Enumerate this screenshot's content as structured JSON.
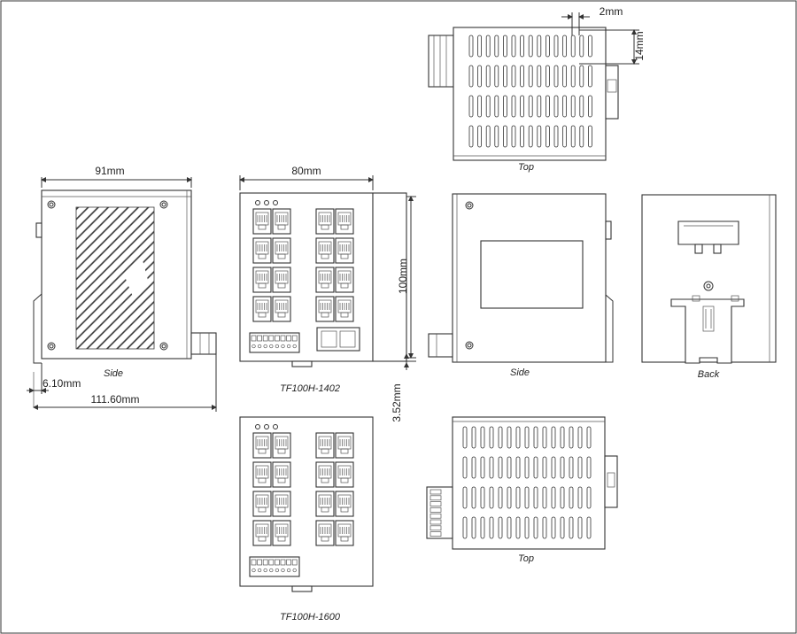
{
  "dimensions": {
    "side_width": "91mm",
    "front_width": "80mm",
    "height": "100mm",
    "rail_offset": "6.10mm",
    "total_depth": "111.60mm",
    "rail_clip": "3.52mm",
    "slot_gap": "2mm",
    "slot_pitch": "14mm"
  },
  "captions": {
    "side_left": "Side",
    "side_right": "Side",
    "top_upper": "Top",
    "top_lower": "Top",
    "back": "Back",
    "model_1402": "TF100H-1402",
    "model_1600": "TF100H-1600"
  }
}
